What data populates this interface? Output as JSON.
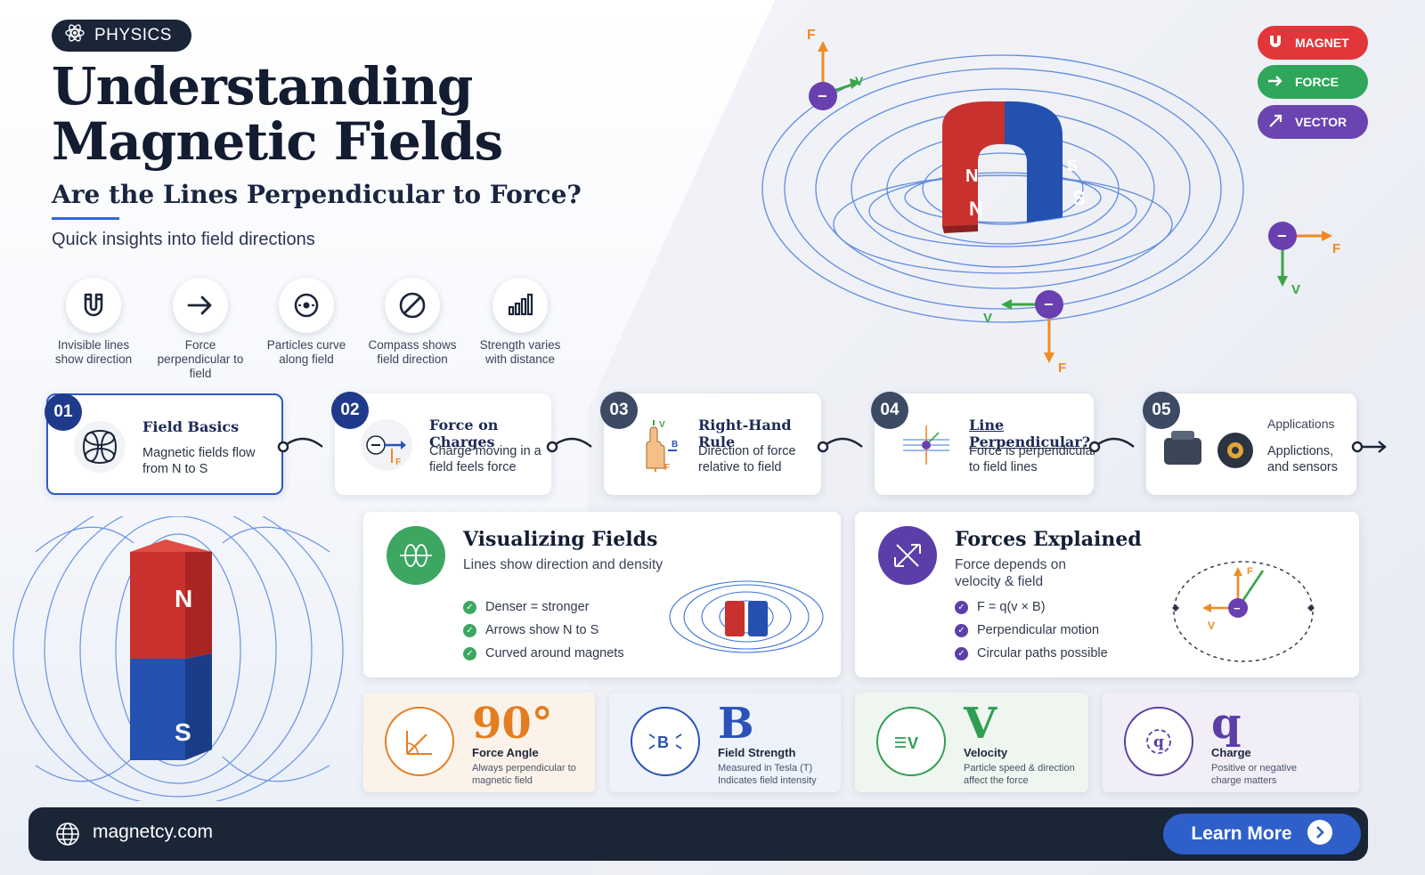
{
  "header": {
    "tag": "PHYSICS",
    "title_line1": "Understanding",
    "title_line2": "Magnetic Fields",
    "subtitle": "Are the Lines Perpendicular to Force?",
    "tagline": "Quick insights into field directions"
  },
  "features": [
    {
      "icon": "magnet-icon",
      "label": "Invisible lines show direction"
    },
    {
      "icon": "arrow-right-icon",
      "label": "Force perpendicular to field"
    },
    {
      "icon": "particle-icon",
      "label": "Particles curve along field"
    },
    {
      "icon": "compass-icon",
      "label": "Compass shows field direction"
    },
    {
      "icon": "bar-chart-icon",
      "label": "Strength varies with distance"
    }
  ],
  "steps": [
    {
      "num": "01",
      "title": "Field Basics",
      "desc": "Magnetic fields flow from N to S"
    },
    {
      "num": "02",
      "title": "Force on Charges",
      "desc": "Charge moving in a field feels force"
    },
    {
      "num": "03",
      "title": "Right-Hand Rule",
      "desc": "Direction of force relative to field"
    },
    {
      "num": "04",
      "title": "Line Perpendicular?",
      "desc": "Force is perpendicular to field lines"
    },
    {
      "num": "05",
      "title": "Applications",
      "desc": "Applictions, and sensors"
    }
  ],
  "diagram_labels": {
    "force": "F",
    "velocity": "V",
    "north": "N",
    "south": "S",
    "bar_n": "N",
    "bar_s": "S",
    "minus": "−",
    "B": "B"
  },
  "legend": [
    {
      "label": "MAGNET",
      "color": "#e2363b"
    },
    {
      "label": "FORCE",
      "color": "#2fa65a"
    },
    {
      "label": "VECTOR",
      "color": "#6a44b0"
    }
  ],
  "visualizing": {
    "title": "Visualizing Fields",
    "subtitle": "Lines show direction and density",
    "checks": [
      "Denser = stronger",
      "Arrows show N to S",
      "Curved around magnets"
    ]
  },
  "forces": {
    "title": "Forces Explained",
    "subtitle": "Force depends on velocity & field",
    "checks": [
      "F = q(v × B)",
      "Perpendicular motion",
      "Circular paths possible"
    ]
  },
  "stats": [
    {
      "value": "90°",
      "label": "Force Angle",
      "desc": "Always perpendicular to magnetic field",
      "color": "#e47d22"
    },
    {
      "value": "B",
      "label": "Field Strength",
      "desc": "Measured in Tesla (T) Indicates field intensity",
      "color": "#2a52b8"
    },
    {
      "value": "V",
      "label": "Velocity",
      "desc": "Particle speed & direction affect the force",
      "color": "#2f9e52"
    },
    {
      "value": "q",
      "label": "Charge",
      "desc": "Positive or negative charge matters",
      "color": "#5b3fa6"
    }
  ],
  "footer": {
    "website": "magnetcy.com",
    "cta": "Learn More"
  }
}
